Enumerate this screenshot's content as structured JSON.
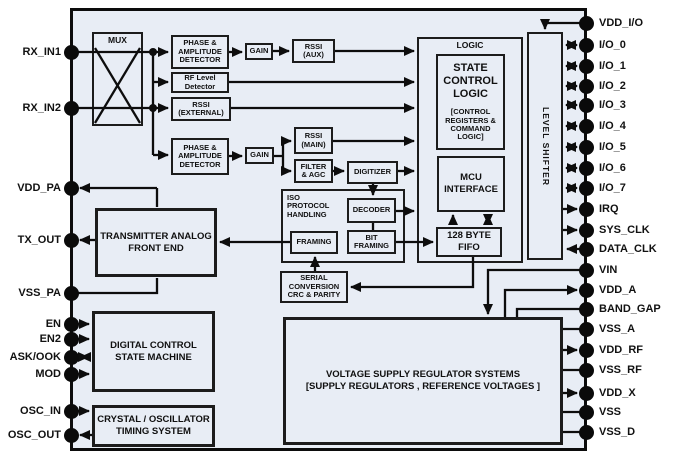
{
  "diagram": {
    "chip_fill": "#e8edf5",
    "line_color": "#0d0d0d",
    "blocks": {
      "mux": "MUX",
      "phase_amp_detector_1": "PHASE &\nAMPLITUDE\nDETECTOR",
      "gain_1": "GAIN",
      "rssi_aux": "RSSI\n(AUX)",
      "rf_level_detector": "RF Level\nDetector",
      "rssi_external": "RSSI\n(EXTERNAL)",
      "phase_amp_detector_2": "PHASE &\nAMPLITUDE\nDETECTOR",
      "gain_2": "GAIN",
      "rssi_main": "RSSI\n(MAIN)",
      "filter_agc": "FILTER\n& AGC",
      "digitizer": "DIGITIZER",
      "iso_protocol_handling": "ISO\nPROTOCOL\nHANDLING",
      "framing": "FRAMING",
      "decoder": "DECODER",
      "bit_framing": "BIT\nFRAMING",
      "serial_conversion": "SERIAL\nCONVERSION\nCRC & PARITY",
      "logic": "LOGIC",
      "state_control_logic": "STATE\nCONTROL\nLOGIC",
      "state_control_sub": "[CONTROL\nREGISTERS &\nCOMMAND\nLOGIC]",
      "mcu_interface": "MCU\nINTERFACE",
      "fifo": "128 BYTE\nFIFO",
      "level_shifter": "LEVEL SHIFTER",
      "transmitter_afe": "TRANSMITTER ANALOG\nFRONT END",
      "digital_control_sm": "DIGITAL CONTROL\nSTATE MACHINE",
      "crystal_osc": "CRYSTAL / OSCILLATOR\nTIMING SYSTEM",
      "voltage_regulator": "VOLTAGE SUPPLY REGULATOR SYSTEMS\n[SUPPLY REGULATORS , REFERENCE VOLTAGES ]"
    },
    "pins": {
      "left": [
        {
          "name": "RX_IN1",
          "dir": "in"
        },
        {
          "name": "RX_IN2",
          "dir": "in"
        },
        {
          "name": "VDD_PA",
          "dir": "out"
        },
        {
          "name": "TX_OUT",
          "dir": "out"
        },
        {
          "name": "VSS_PA",
          "dir": "none"
        },
        {
          "name": "EN",
          "dir": "in"
        },
        {
          "name": "EN2",
          "dir": "in"
        },
        {
          "name": "ASK/OOK",
          "dir": "bidir"
        },
        {
          "name": "MOD",
          "dir": "in"
        },
        {
          "name": "OSC_IN",
          "dir": "in"
        },
        {
          "name": "OSC_OUT",
          "dir": "out"
        }
      ],
      "right": [
        {
          "name": "VDD_I/O",
          "dir": "in"
        },
        {
          "name": "I/O_0",
          "dir": "bidir"
        },
        {
          "name": "I/O_1",
          "dir": "bidir"
        },
        {
          "name": "I/O_2",
          "dir": "bidir"
        },
        {
          "name": "I/O_3",
          "dir": "bidir"
        },
        {
          "name": "I/O_4",
          "dir": "bidir"
        },
        {
          "name": "I/O_5",
          "dir": "bidir"
        },
        {
          "name": "I/O_6",
          "dir": "bidir"
        },
        {
          "name": "I/O_7",
          "dir": "bidir"
        },
        {
          "name": "IRQ",
          "dir": "out"
        },
        {
          "name": "SYS_CLK",
          "dir": "out"
        },
        {
          "name": "DATA_CLK",
          "dir": "in"
        },
        {
          "name": "VIN",
          "dir": "in"
        },
        {
          "name": "VDD_A",
          "dir": "out"
        },
        {
          "name": "BAND_GAP",
          "dir": "none"
        },
        {
          "name": "VSS_A",
          "dir": "none"
        },
        {
          "name": "VDD_RF",
          "dir": "out"
        },
        {
          "name": "VSS_RF",
          "dir": "none"
        },
        {
          "name": "VDD_X",
          "dir": "out"
        },
        {
          "name": "VSS",
          "dir": "none"
        },
        {
          "name": "VSS_D",
          "dir": "none"
        }
      ]
    }
  }
}
